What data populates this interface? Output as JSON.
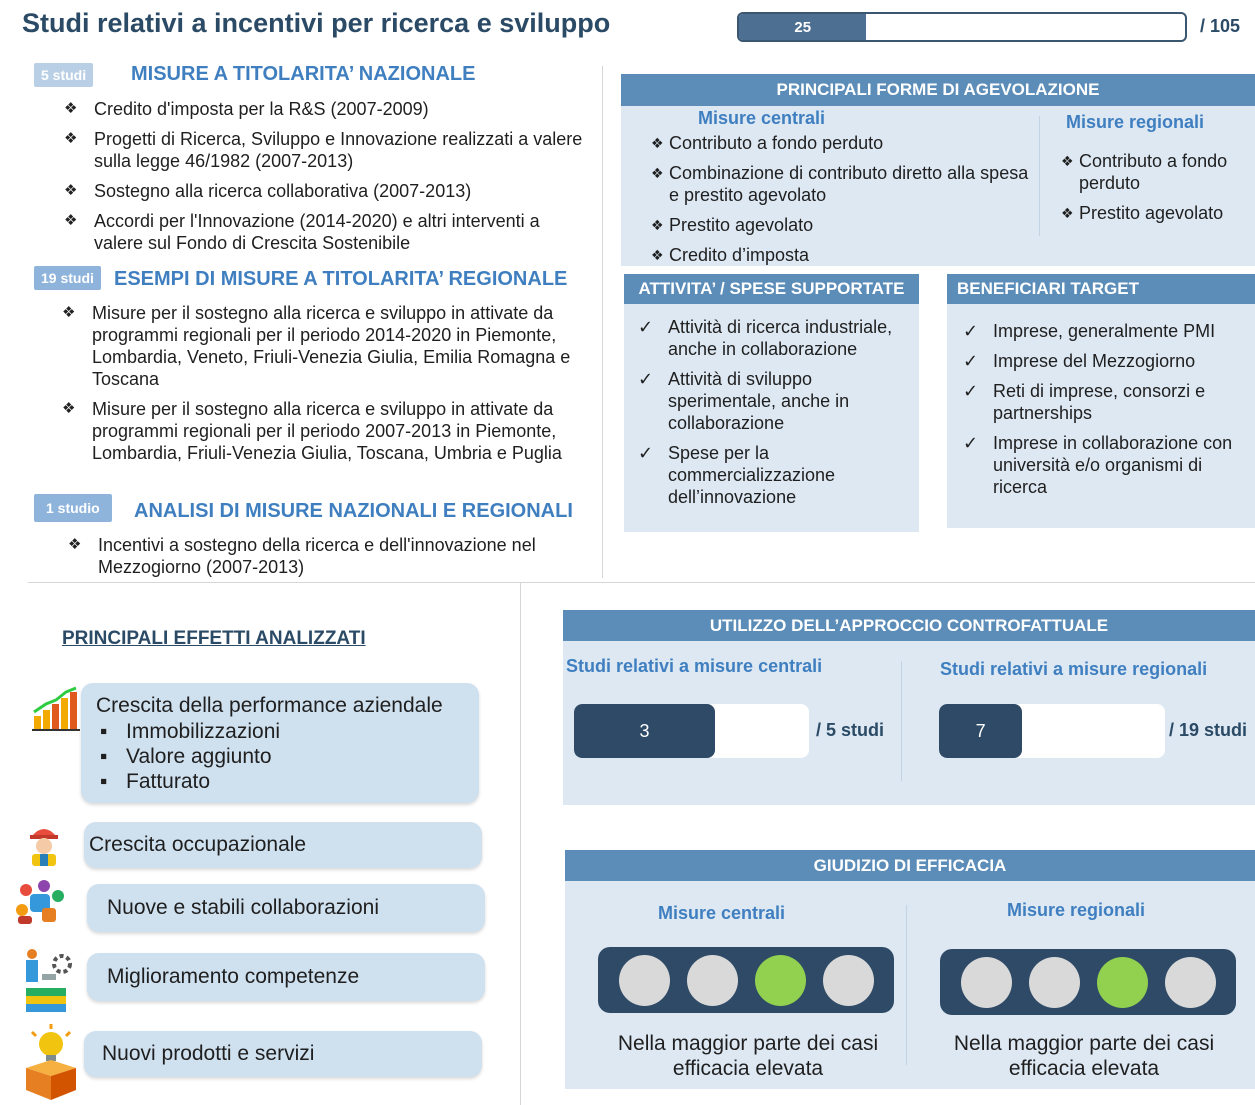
{
  "title": "Studi relativi a incentivi per ricerca e sviluppo",
  "progress": {
    "value": "25",
    "total": "/ 105",
    "fraction": 0.2857
  },
  "national": {
    "badge": "5 studi",
    "heading": "MISURE A TITOLARITA’ NAZIONALE",
    "items": [
      "Credito d'imposta per la R&S (2007-2009)",
      "Progetti di Ricerca, Sviluppo e Innovazione realizzati a valere sulla legge 46/1982 (2007-2013)",
      "Sostegno alla ricerca collaborativa (2007-2013)",
      "Accordi per l'Innovazione (2014-2020) e altri interventi a valere sul Fondo di Crescita Sostenibile"
    ]
  },
  "regional": {
    "badge": "19 studi",
    "heading": "ESEMPI DI MISURE A TITOLARITA’ REGIONALE",
    "items": [
      "Misure per il sostegno alla ricerca e sviluppo in attivate da programmi regionali per il periodo 2014-2020 in Piemonte, Lombardia, Veneto, Friuli-Venezia Giulia, Emilia Romagna e Toscana",
      "Misure per il sostegno alla ricerca e sviluppo in attivate da programmi regionali per il periodo 2007-2013 in Piemonte, Lombardia, Friuli-Venezia Giulia, Toscana, Umbria e Puglia"
    ]
  },
  "analysis": {
    "badge": "1 studio",
    "heading": "ANALISI DI MISURE NAZIONALI E REGIONALI",
    "items": [
      "Incentivi a sostegno della ricerca e dell'innovazione nel Mezzogiorno (2007-2013)"
    ]
  },
  "forme": {
    "heading": "PRINCIPALI FORME DI AGEVOLAZIONE",
    "central_title": "Misure centrali",
    "central_items": [
      "Contributo a fondo perduto",
      "Combinazione di contributo diretto alla spesa e prestito agevolato",
      "Prestito agevolato",
      "Credito d’imposta"
    ],
    "regional_title": "Misure regionali",
    "regional_items": [
      "Contributo a fondo perduto",
      "Prestito agevolato"
    ]
  },
  "attivita": {
    "heading": "ATTIVITA’ / SPESE SUPPORTATE",
    "items": [
      "Attività di ricerca industriale, anche in collaborazione",
      "Attività di sviluppo sperimentale, anche in collaborazione",
      "Spese per la commercializzazione dell’innovazione"
    ]
  },
  "beneficiari": {
    "heading": "BENEFICIARI TARGET",
    "items": [
      "Imprese, generalmente PMI",
      "Imprese del Mezzogiorno",
      "Reti di imprese, consorzi e partnerships",
      "Imprese in collaborazione con università e/o organismi di ricerca"
    ]
  },
  "effects": {
    "title": "PRINCIPALI EFFETTI ANALIZZATI",
    "performance": {
      "label": "Crescita della performance aziendale",
      "subitems": [
        "Immobilizzazioni",
        "Valore aggiunto",
        "Fatturato"
      ]
    },
    "occupazionale": "Crescita occupazionale",
    "collaborazioni": "Nuove e stabili collaborazioni",
    "competenze": "Miglioramento competenze",
    "prodotti": "Nuovi prodotti e servizi"
  },
  "controfattuale": {
    "heading": "UTILIZZO DELL’APPROCCIO CONTROFATTUALE",
    "central": {
      "title": "Studi relativi a misure centrali",
      "value": "3",
      "total": "/ 5 studi",
      "fraction": 0.6
    },
    "regional": {
      "title": "Studi relativi a misure regionali",
      "value": "7",
      "total": "/ 19 studi",
      "fraction": 0.3684
    }
  },
  "efficacia": {
    "heading": "GIUDIZIO DI EFFICACIA",
    "central": {
      "title": "Misure centrali",
      "active_index": 2,
      "text": "Nella maggior parte dei casi efficacia elevata"
    },
    "regional": {
      "title": "Misure regionali",
      "active_index": 2,
      "text": "Nella maggior parte dei casi efficacia elevata"
    }
  },
  "colors": {
    "accent": "#3f7fc0",
    "panel": "#dde8f3",
    "dark": "#2f4a66",
    "green": "#92d050"
  }
}
